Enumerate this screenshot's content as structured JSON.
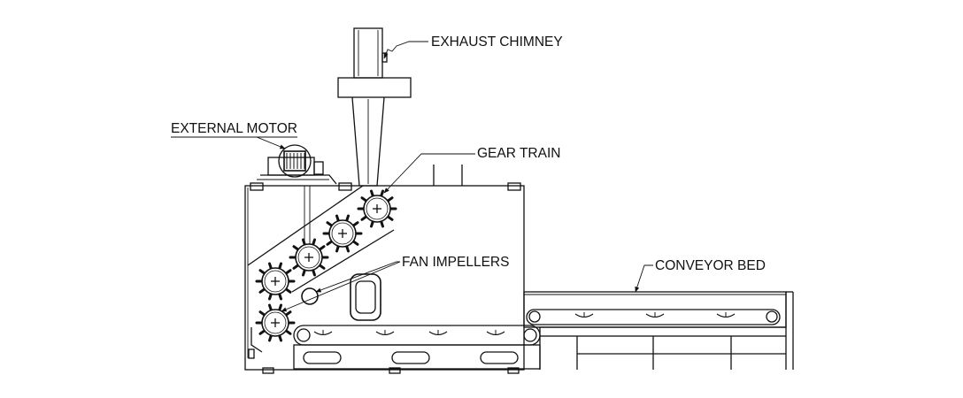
{
  "labels": {
    "exhaust_chimney": "EXHAUST CHIMNEY",
    "external_motor": "EXTERNAL MOTOR",
    "gear_train": "GEAR TRAIN",
    "fan_impellers": "FAN IMPELLERS",
    "conveyor_bed": "CONVEYOR BED"
  }
}
